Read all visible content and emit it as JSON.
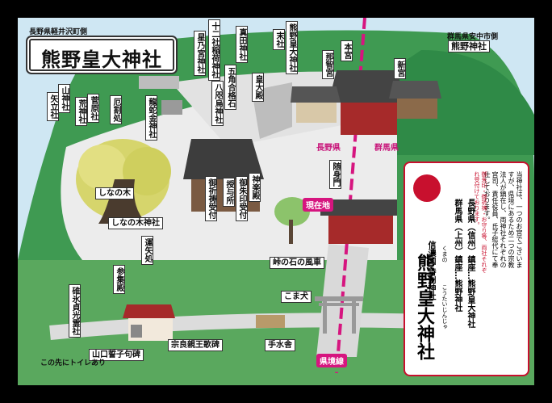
{
  "header": {
    "nagano_side_label": "長野県軽井沢町側",
    "title": "熊野皇大神社",
    "gunma_side_label": "群馬県安中市側",
    "gunma_shrine": "熊野神社"
  },
  "places": {
    "hoshinomiya": "星乃宮神社",
    "juniyashiro": "十二社稲荷神社",
    "sanada": "真田神社",
    "kumano_sessha": "熊野皇大神社",
    "keiyasha": "末社",
    "honmiya": "本宮",
    "nachinomiya": "那智宮",
    "shingu": "新宮",
    "goroku": "五角合格石",
    "kotaiden": "皇大殿",
    "hattenjin": "八咫烏神社",
    "kodama": "龍蛇金神社",
    "yamanokami": "山神社",
    "yaseki": "矢立社",
    "arashi": "荒神社",
    "suga": "菅原社",
    "kogaki": "厄割処",
    "kagura": "神楽殿",
    "goshuin": "御朱印受付",
    "juyosho": "授与所",
    "kitou": "御祈祷受付",
    "shinanoki": "しなの木",
    "shinanoki_jinja": "しなの木神社",
    "zuishin": "随身門",
    "nagano_ken": "長野県",
    "gunma_ken": "群馬県",
    "genzaichi": "現在地",
    "stone": "峠の石の風車",
    "yatate": "運矢処",
    "sanshuden": "参集殿",
    "komainu": "こま犬",
    "usui": "碓氷貞光霊社",
    "yamaguchi": "山口誓子句碑",
    "munenaga": "宗良親王歌碑",
    "temizuya": "手水舎",
    "kenkyosen": "県境線",
    "toilet": "この先にトイレあり"
  },
  "info": {
    "body": "当神社は、一つのお宮でございますが、県境にあるため二つの宗教法人が鎮在し、両神社それぞれの宮司、責任役員、氏子総代にて奉仕しております。",
    "note": "御朱印・御祈祷・お守り等、両社それぞれ受付けております。",
    "nagano_line": "長野県（信州）鎮座…熊野皇大神社",
    "gunma_line": "群馬県（上州）鎮座…熊野神社",
    "tagline": "信濃国 特別神社",
    "shrine_name": "熊野皇大神社",
    "furigana_a": "くまの",
    "furigana_b": "こうたいじんじゃ"
  },
  "colors": {
    "accent_red": "#c8102e",
    "pink": "#d6157f",
    "green": "#2f8f4e"
  }
}
